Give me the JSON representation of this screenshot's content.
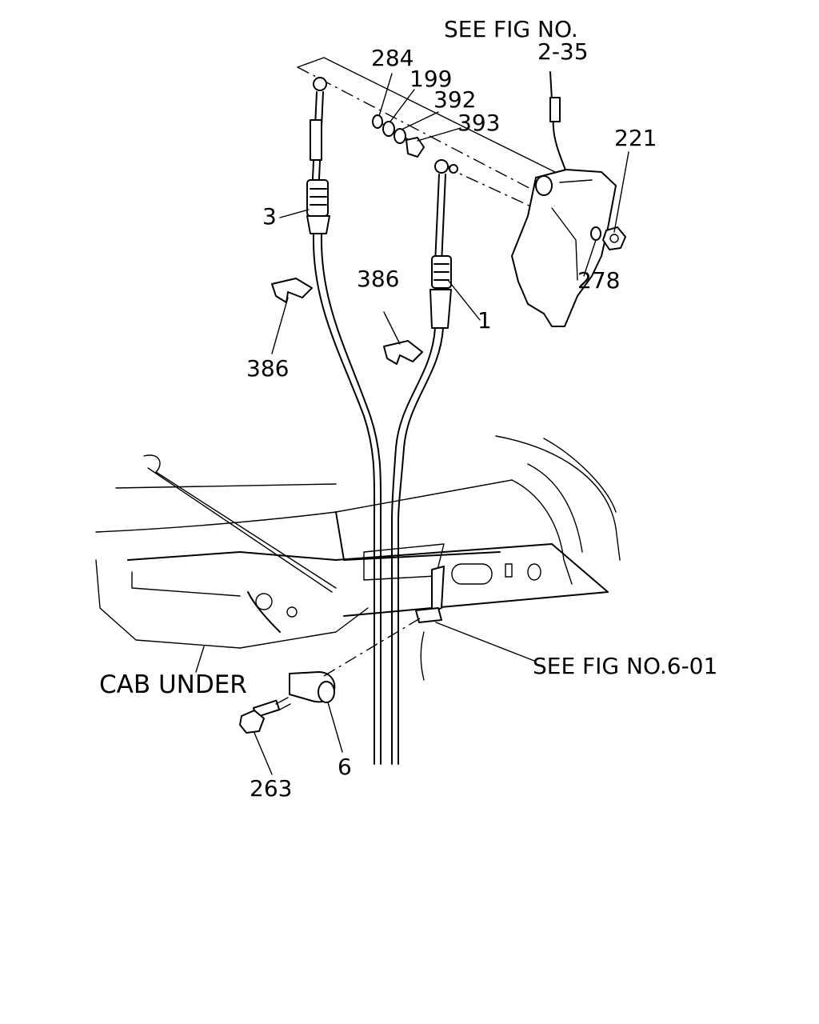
{
  "labels": {
    "see_fig_top": "SEE FIG NO.",
    "see_fig_top_ref": "2-35",
    "part_284": "284",
    "part_199": "199",
    "part_392": "392",
    "part_393": "393",
    "part_221": "221",
    "part_278": "278",
    "part_3": "3",
    "part_386_a": "386",
    "part_386_b": "386",
    "part_1": "1",
    "cab_under": "CAB UNDER",
    "see_fig_bottom": "SEE FIG NO.6-01",
    "part_6": "6",
    "part_263": "263"
  }
}
